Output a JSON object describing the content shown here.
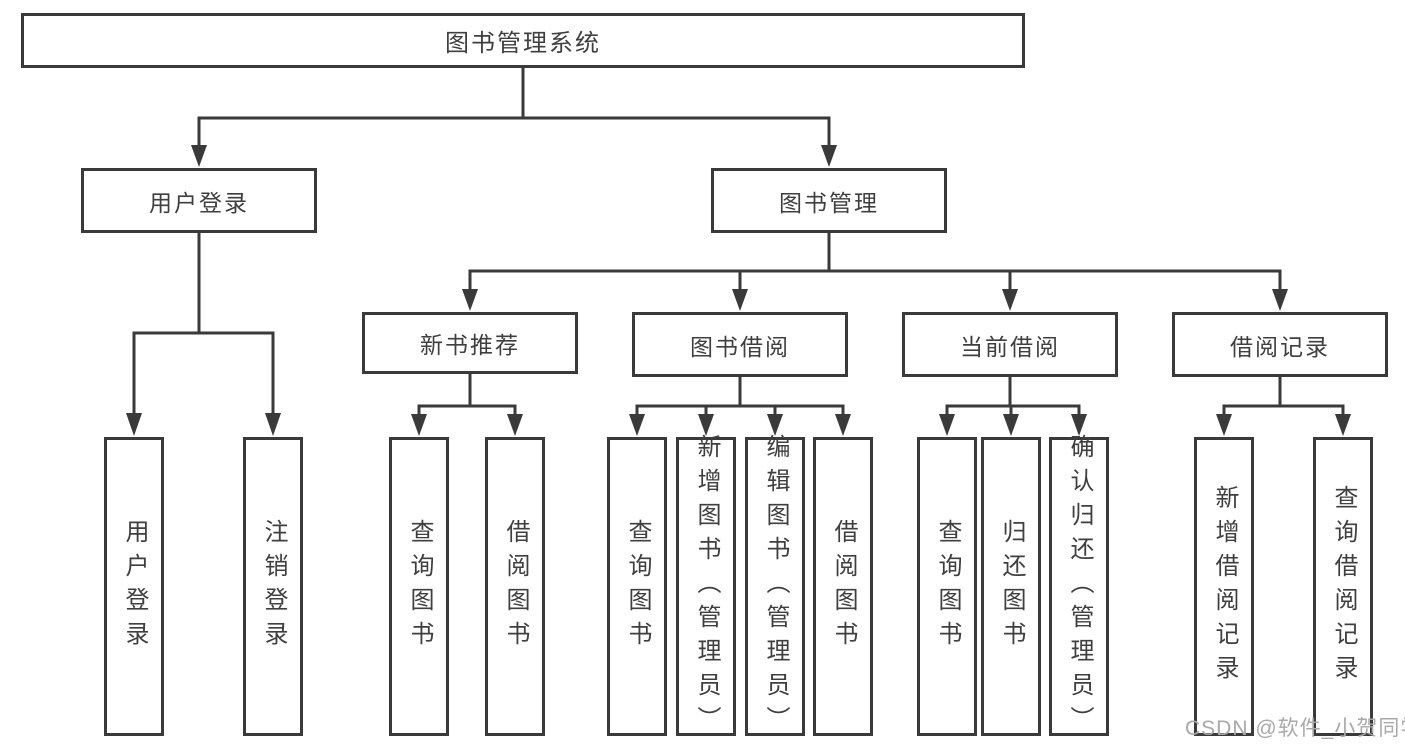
{
  "title": "图书管理系统",
  "colors": {
    "line": "#3a3a3a",
    "box_border": "#3a3a3a",
    "text": "#3f3f3f",
    "background": "#ffffff",
    "watermark": "#a9a9a9"
  },
  "tree": {
    "root": "图书管理系统",
    "user_branch": {
      "label": "用户登录",
      "children": [
        "用户登录",
        "注销登录"
      ]
    },
    "book_branch": {
      "label": "图书管理",
      "groups": [
        {
          "label": "新书推荐",
          "children": [
            "查询图书",
            "借阅图书"
          ]
        },
        {
          "label": "图书借阅",
          "children": [
            "查询图书",
            "新增图书（管理员）",
            "编辑图书（管理员）",
            "借阅图书"
          ]
        },
        {
          "label": "当前借阅",
          "children": [
            "查询图书",
            "归还图书",
            "确认归还（管理员）"
          ]
        },
        {
          "label": "借阅记录",
          "children": [
            "新增借阅记录",
            "查询借阅记录"
          ]
        }
      ]
    }
  },
  "watermark": "CSDN @软件_小贺同学"
}
